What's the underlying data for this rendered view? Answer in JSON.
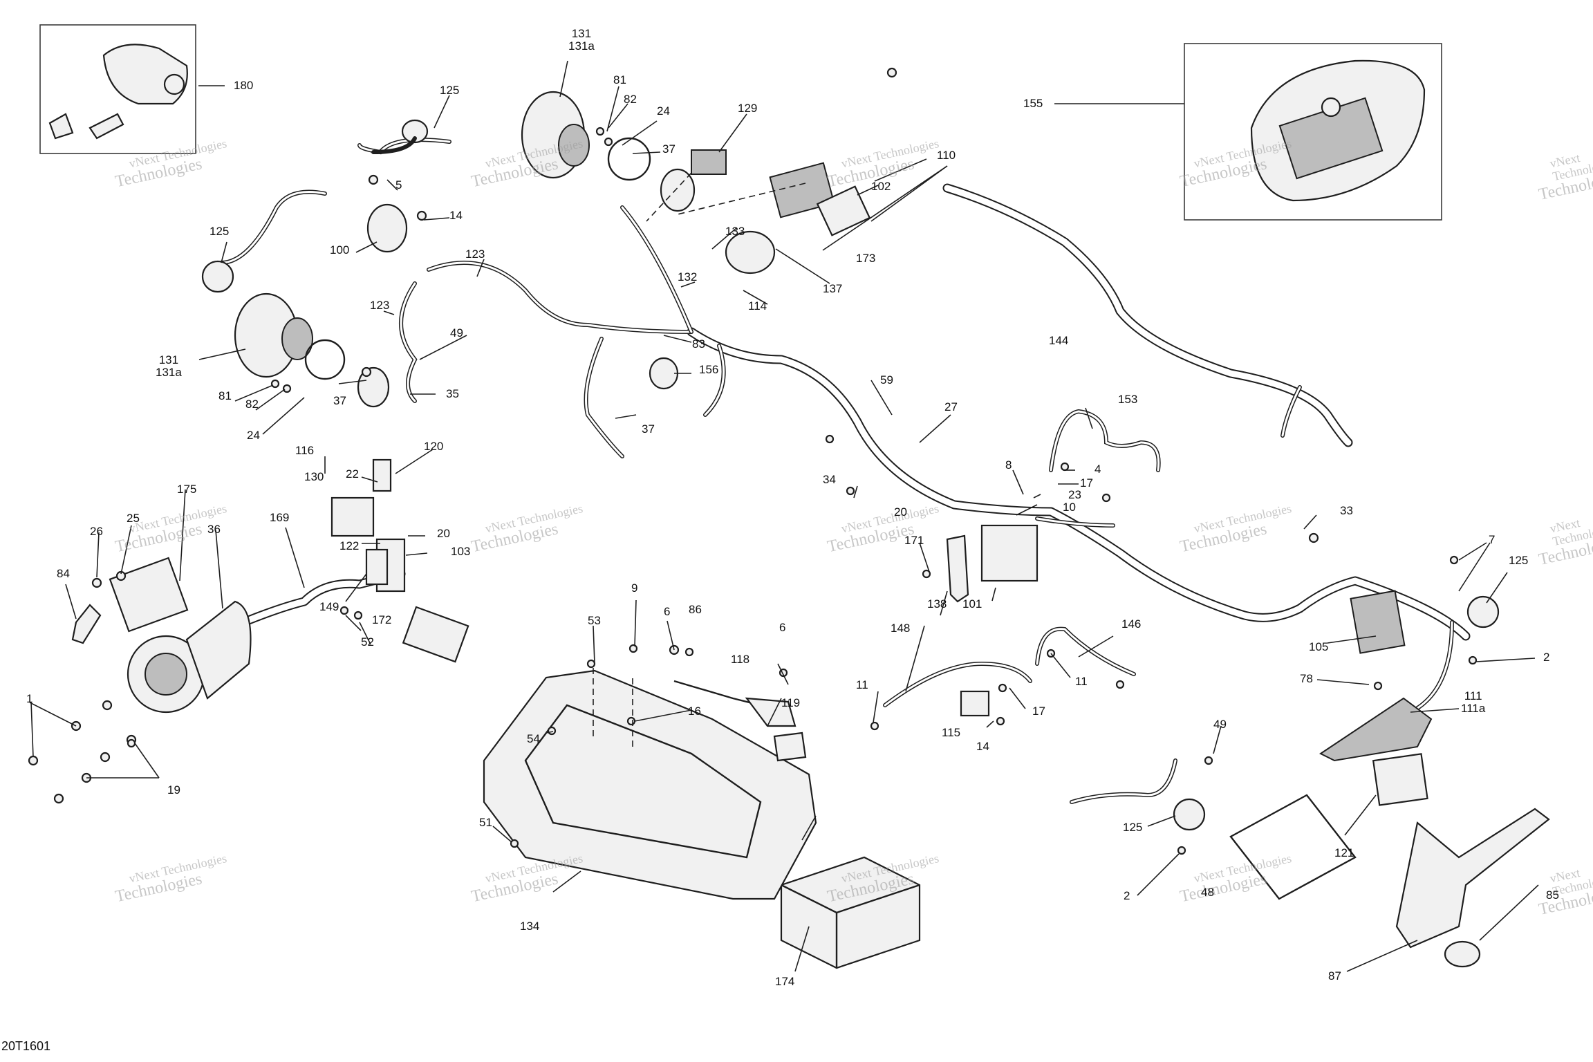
{
  "figure_code": "20T1601",
  "watermark": {
    "line1": "vNext",
    "line2": "Technologies",
    "line_single": "vNext Technologies"
  },
  "callouts": {
    "c1": "1",
    "c2a": "2",
    "c2b": "2",
    "c4": "4",
    "c5": "5",
    "c6a": "6",
    "c6b": "6",
    "c7": "7",
    "c8": "8",
    "c9": "9",
    "c10": "10",
    "c11a": "11",
    "c11b": "11",
    "c14a": "14",
    "c14b": "14",
    "c16": "16",
    "c17a": "17",
    "c17b": "17",
    "c19": "19",
    "c20a": "20",
    "c20b": "20",
    "c22": "22",
    "c23": "23",
    "c24a": "24",
    "c24b": "24",
    "c25": "25",
    "c26": "26",
    "c27": "27",
    "c33": "33",
    "c34": "34",
    "c35": "35",
    "c36": "36",
    "c37a": "37",
    "c37b": "37",
    "c37c": "37",
    "c48": "48",
    "c49a": "49",
    "c49b": "49",
    "c51": "51",
    "c52": "52",
    "c53": "53",
    "c54": "54",
    "c59": "59",
    "c78": "78",
    "c81a": "81",
    "c81b": "81",
    "c82a": "82",
    "c82b": "82",
    "c83": "83",
    "c84": "84",
    "c85": "85",
    "c86": "86",
    "c87": "87",
    "c100": "100",
    "c101": "101",
    "c102": "102",
    "c103": "103",
    "c105": "105",
    "c110": "110",
    "c114": "114",
    "c115": "115",
    "c116": "116",
    "c118": "118",
    "c119": "119",
    "c120": "120",
    "c121": "121",
    "c122": "122",
    "c123a": "123",
    "c123b": "123",
    "c125a": "125",
    "c125b": "125",
    "c125c": "125",
    "c125d": "125",
    "c129": "129",
    "c130": "130",
    "c131": "131",
    "c131a": "131a",
    "c131b": "131",
    "c131c": "131a",
    "c132": "132",
    "c133": "133",
    "c134": "134",
    "c137": "137",
    "c138": "138",
    "c144": "144",
    "c146": "146",
    "c148": "148",
    "c149": "149",
    "c153": "153",
    "c155": "155",
    "c156": "156",
    "c169": "169",
    "c171": "171",
    "c172": "172",
    "c173": "173",
    "c174": "174",
    "c175": "175",
    "c180": "180",
    "c111": "111",
    "c111a": "111a"
  }
}
